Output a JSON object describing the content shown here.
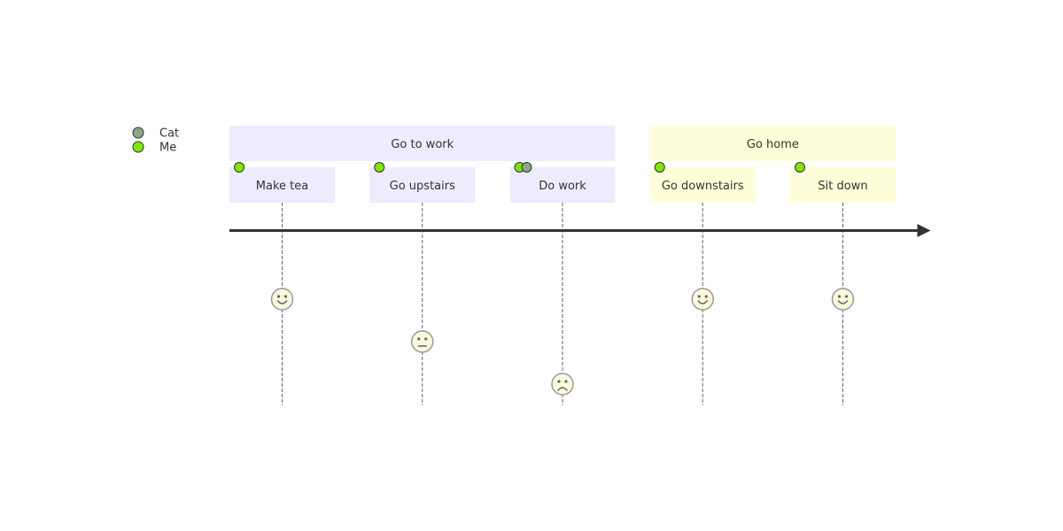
{
  "actors": [
    {
      "name": "Cat",
      "color": "#87a887"
    },
    {
      "name": "Me",
      "color": "#7fe600"
    }
  ],
  "sections": [
    {
      "title": "Go to work",
      "fill": "#ececfe"
    },
    {
      "title": "Go home",
      "fill": "#fefed8"
    }
  ],
  "tasks": [
    {
      "label": "Make tea",
      "section": 0,
      "score": 5,
      "actors": [
        "Me"
      ]
    },
    {
      "label": "Go upstairs",
      "section": 0,
      "score": 3,
      "actors": [
        "Me"
      ]
    },
    {
      "label": "Do work",
      "section": 0,
      "score": 1,
      "actors": [
        "Me",
        "Cat"
      ]
    },
    {
      "label": "Go downstairs",
      "section": 1,
      "score": 5,
      "actors": [
        "Me"
      ]
    },
    {
      "label": "Sit down",
      "section": 1,
      "score": 5,
      "actors": [
        "Me"
      ]
    }
  ],
  "colors": {
    "axis": "#333333",
    "dashed_line": "#666666",
    "face_fill": "#fbf8dc",
    "face_stroke": "#999999",
    "face_feature": "#666666",
    "text": "#333333",
    "marker_stroke": "#333333"
  }
}
